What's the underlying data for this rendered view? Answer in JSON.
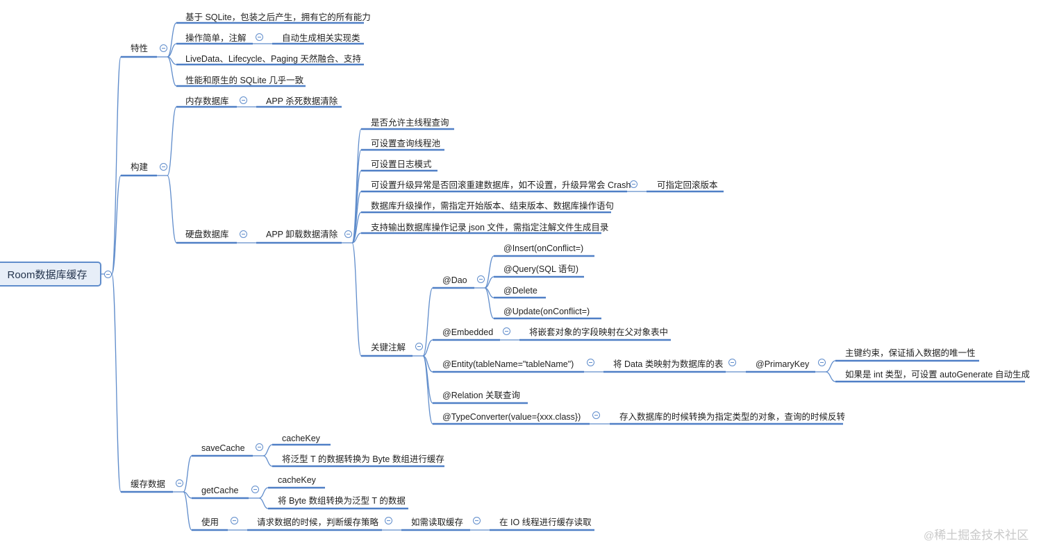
{
  "root": {
    "label": "Room数据库缓存"
  },
  "features": {
    "label": "特性",
    "sqlite": "基于 SQLite，包装之后产生，拥有它的所有能力",
    "simple": "操作简单，注解",
    "autogen": "自动生成相关实现类",
    "livedata": "LiveData、Lifecycle、Paging 天然融合、支持",
    "perf": "性能和原生的 SQLite 几乎一致"
  },
  "build": {
    "label": "构建",
    "memory": {
      "label": "内存数据库",
      "child": "APP 杀死数据清除"
    },
    "disk": {
      "label": "硬盘数据库",
      "child": "APP 卸载数据清除",
      "items": {
        "main_thread": "是否允许主线程查询",
        "thread_pool": "可设置查询线程池",
        "log_mode": "可设置日志模式",
        "upgrade_fallback": "可设置升级异常是否回滚重建数据库，如不设置，升级异常会 Crash",
        "rollback_version": "可指定回滚版本",
        "migration": "数据库升级操作，需指定开始版本、结束版本、数据库操作语句",
        "schema_export": "支持输出数据库操作记录 json 文件，需指定注解文件生成目录"
      },
      "annotations": {
        "label": "关键注解",
        "dao": {
          "label": "@Dao",
          "insert": "@Insert(onConflict=)",
          "query": "@Query(SQL 语句)",
          "delete": "@Delete",
          "update": "@Update(onConflict=)"
        },
        "embedded": {
          "label": "@Embedded",
          "desc": "将嵌套对象的字段映射在父对象表中"
        },
        "entity": {
          "label": "@Entity(tableName=\"tableName\")",
          "desc": "将 Data 类映射为数据库的表",
          "primary_key": "@PrimaryKey",
          "pk_unique": "主键约束，保证插入数据的唯一性",
          "pk_auto": "如果是 int 类型，可设置 autoGenerate 自动生成"
        },
        "relation": "@Relation 关联查询",
        "type_converter": {
          "label": "@TypeConverter(value={xxx.class})",
          "desc": "存入数据库的时候转换为指定类型的对象，查询的时候反转"
        }
      }
    }
  },
  "cache": {
    "label": "缓存数据",
    "save": {
      "label": "saveCache",
      "key": "cacheKey",
      "desc": "将泛型 T 的数据转换为 Byte 数组进行缓存"
    },
    "get": {
      "label": "getCache",
      "key": "cacheKey",
      "desc": "将 Byte 数组转换为泛型 T 的数据"
    },
    "use": {
      "label": "使用",
      "strategy": "请求数据的时候，判断缓存策略",
      "read_cache": "如需读取缓存",
      "io_thread": "在 IO 线程进行缓存读取"
    }
  },
  "watermark": {
    "at": "@",
    "text": "稀土掘金技术社区"
  },
  "colors": {
    "line": "#5f8ccb",
    "underline": "#4f7fc6",
    "root_fill": "#e7eef8"
  }
}
